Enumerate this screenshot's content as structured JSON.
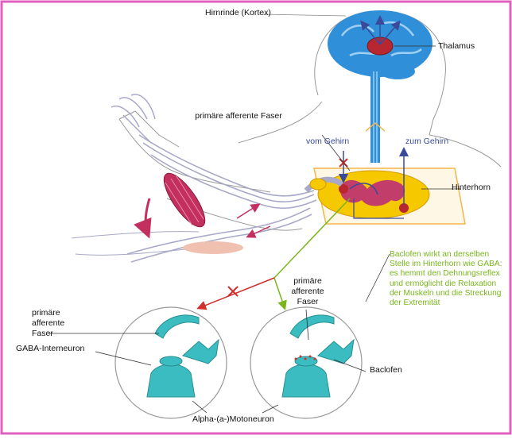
{
  "labels": {
    "hirnrinde": "Hirnrinde (Kortex)",
    "thalamus": "Thalamus",
    "primaere_faser_top": "primäre afferente Faser",
    "vom_gehirn": "vom Gehirn",
    "zum_gehirn": "zum Gehirn",
    "hinterhorn": "Hinterhorn",
    "baclofen_text": "Baclofen wirkt an derselben Stelle im Hinterhorn wie GABA: es hemmt den Dehnungsreflex und ermöglicht die Relaxation der Muskeln und die Streckung der Extremität",
    "primaere_faser_right": "primäre afferente Faser",
    "primaere_faser_left": "primäre afferente Faser",
    "gaba_interneuron": "GABA-Interneuron",
    "baclofen": "Baclofen",
    "motoneuron": "Alpha-(a-)Motoneuron"
  },
  "colors": {
    "border": "#e060c0",
    "brain": "#2f8fd8",
    "spinal_cord_fill": "#f5c800",
    "spinal_box": "#f3b64a",
    "gray_matter": "#c23d6a",
    "nerve": "#a8a8c8",
    "neuron": "#3bbcc0",
    "muscle": "#c3305f",
    "inhibition_arrow": "#d1302c",
    "green_arrow": "#7ab51d",
    "pathway": "#3a4a9a"
  },
  "icons": [
    "down-arrow-icon",
    "cross-mark-icon"
  ]
}
